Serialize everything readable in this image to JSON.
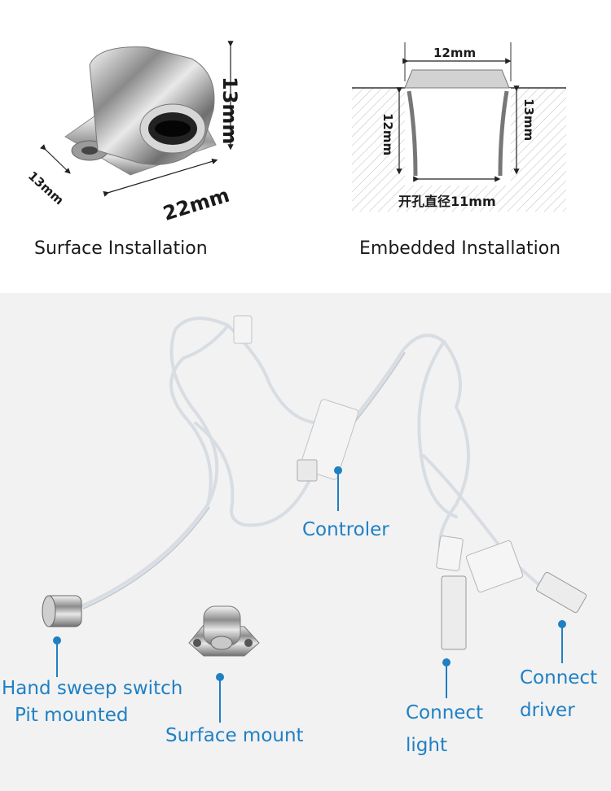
{
  "top": {
    "surface": {
      "caption": "Surface Installation",
      "dim_height": "13mm",
      "dim_length": "22mm",
      "dim_width": "13mm"
    },
    "embedded": {
      "caption": "Embedded Installation",
      "dim_cap_width": "12mm",
      "dim_depth_left": "12mm",
      "dim_depth_right": "13mm",
      "dim_hole": "开孔直径11mm"
    }
  },
  "bottom": {
    "labels": {
      "controller": "Controler",
      "switch_line1": "Hand sweep switch",
      "switch_line2": "Pit mounted",
      "surface_mount": "Surface mount",
      "connect_light_line1": "Connect",
      "connect_light_line2": "light",
      "connect_driver_line1": "Connect",
      "connect_driver_line2": "driver"
    },
    "accent_color": "#1f80c4"
  }
}
